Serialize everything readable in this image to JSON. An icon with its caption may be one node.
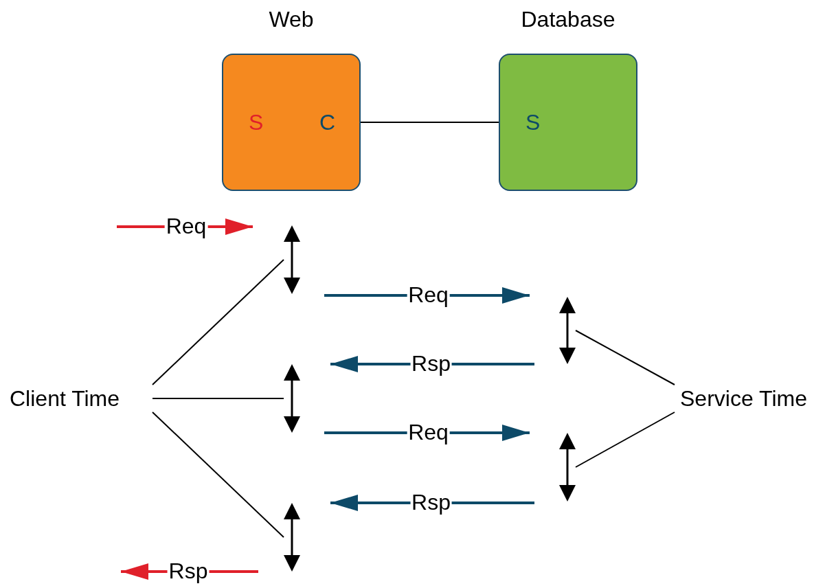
{
  "diagram": {
    "nodes": [
      {
        "text": [
          "Web",
          "S",
          "C"
        ]
      },
      {
        "text": [
          "Database",
          "S"
        ]
      },
      {
        "text": [
          "Client Time"
        ]
      },
      {
        "text": [
          "Service Time"
        ]
      },
      {
        "text": [],
        "shape": "arrow"
      },
      {
        "text": [],
        "shape": "arrow"
      },
      {
        "text": [],
        "shape": "arrow"
      },
      {
        "text": [],
        "shape": "arrow"
      },
      {
        "text": [],
        "shape": "arrow"
      }
    ],
    "edges": [
      {
        "from": 0,
        "to": 1,
        "arrow": "none"
      },
      {
        "from": 2,
        "to": 4,
        "arrow": "none"
      },
      {
        "from": 2,
        "to": 5,
        "arrow": "none"
      },
      {
        "from": 2,
        "to": 6,
        "arrow": "none"
      },
      {
        "from": 3,
        "to": 7,
        "arrow": "none"
      },
      {
        "from": 3,
        "to": 8,
        "arrow": "none"
      }
    ],
    "labels": [
      "Req",
      "Req",
      "Rsp",
      "Req",
      "Rsp",
      "Rsp"
    ]
  }
}
